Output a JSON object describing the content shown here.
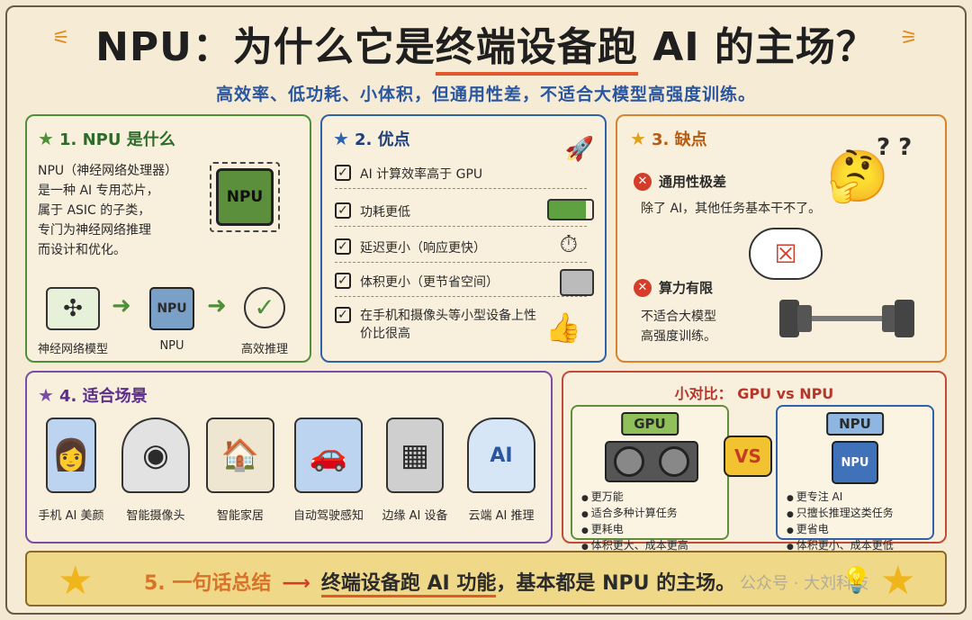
{
  "header": {
    "title_pre": "NPU：为什么它是",
    "title_hl": "终端设备跑",
    "title_post": " AI 的主场？",
    "subtitle": "高效率、低功耗、小体积，但通用性差，不适合大模型高强度训练。"
  },
  "panel1": {
    "title": "1. NPU 是什么",
    "lines": [
      "NPU（神经网络处理器）",
      "是一种 AI 专用芯片，",
      "属于 ASIC 的子类，",
      "专门为神经网络推理",
      "而设计和优化。"
    ],
    "chip_label": "NPU",
    "flow": [
      "神经网络模型",
      "NPU",
      "高效推理"
    ]
  },
  "panel2": {
    "title": "2. 优点",
    "items": [
      "AI 计算效率高于 GPU",
      "功耗更低",
      "延迟更小（响应更快）",
      "体积更小（更节省空间）",
      "在手机和摄像头等小型设备上性价比很高"
    ]
  },
  "panel3": {
    "title": "3. 缺点",
    "d1_title": "通用性极差",
    "d1_text": "除了 AI，其他任务基本干不了。",
    "d2_title": "算力有限",
    "d2_text_1": "不适合大模型",
    "d2_text_2": "高强度训练。"
  },
  "panel4": {
    "title": "4. 适合场景",
    "scenes": [
      "手机 AI 美颜",
      "智能摄像头",
      "智能家居",
      "自动驾驶感知",
      "边缘 AI 设备",
      "云端 AI 推理"
    ],
    "cloud_label": "AI"
  },
  "compare": {
    "head": "小对比：  GPU vs NPU",
    "gpu_tag": "GPU",
    "npu_tag": "NPU",
    "vs": "VS",
    "npu_chip": "NPU",
    "gpu_list": [
      "更万能",
      "适合多种计算任务",
      "更耗电",
      "体积更大、成本更高"
    ],
    "npu_list": [
      "更专注 AI",
      "只擅长推理这类任务",
      "更省电",
      "体积更小、成本更低"
    ]
  },
  "banner": {
    "summary": "5. 一句话总结",
    "arrow": "⟶",
    "key": "终端设备跑 AI 功能",
    "rest": "，基本都是 NPU 的主场。",
    "watermark": "公众号 · 大刘科技"
  },
  "colors": {
    "green": "#4e8f3a",
    "blue": "#2f63a8",
    "orange": "#d7842c",
    "purple": "#7a4ea8",
    "red": "#c44a3a"
  }
}
